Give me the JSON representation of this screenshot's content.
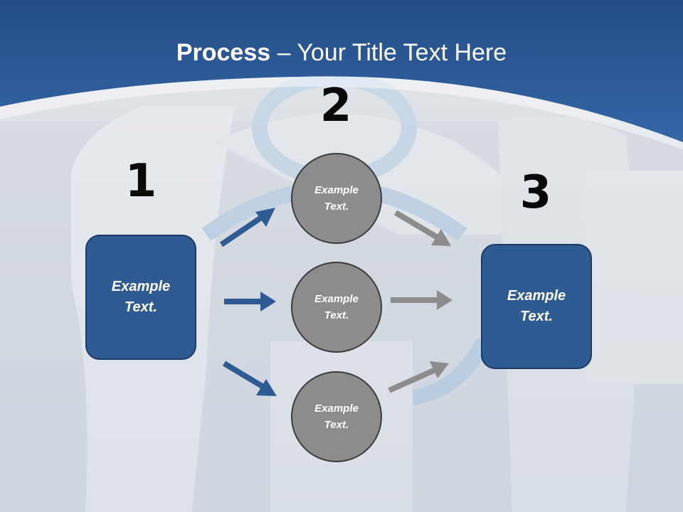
{
  "title": {
    "bold": "Process",
    "rest": " – Your Title Text Here"
  },
  "steps": {
    "one": "1",
    "two": "2",
    "three": "3"
  },
  "left_box": {
    "line1": "Example",
    "line2": "Text."
  },
  "right_box": {
    "line1": "Example",
    "line2": "Text."
  },
  "circles": [
    {
      "line1": "Example",
      "line2": "Text."
    },
    {
      "line1": "Example",
      "line2": "Text."
    },
    {
      "line1": "Example",
      "line2": "Text."
    }
  ],
  "colors": {
    "header": "#2f5f9e",
    "box": "#2f5b93",
    "circle": "#8c8c8c",
    "arrow_blue": "#2f5b93",
    "arrow_gray": "#8c8c8c"
  }
}
